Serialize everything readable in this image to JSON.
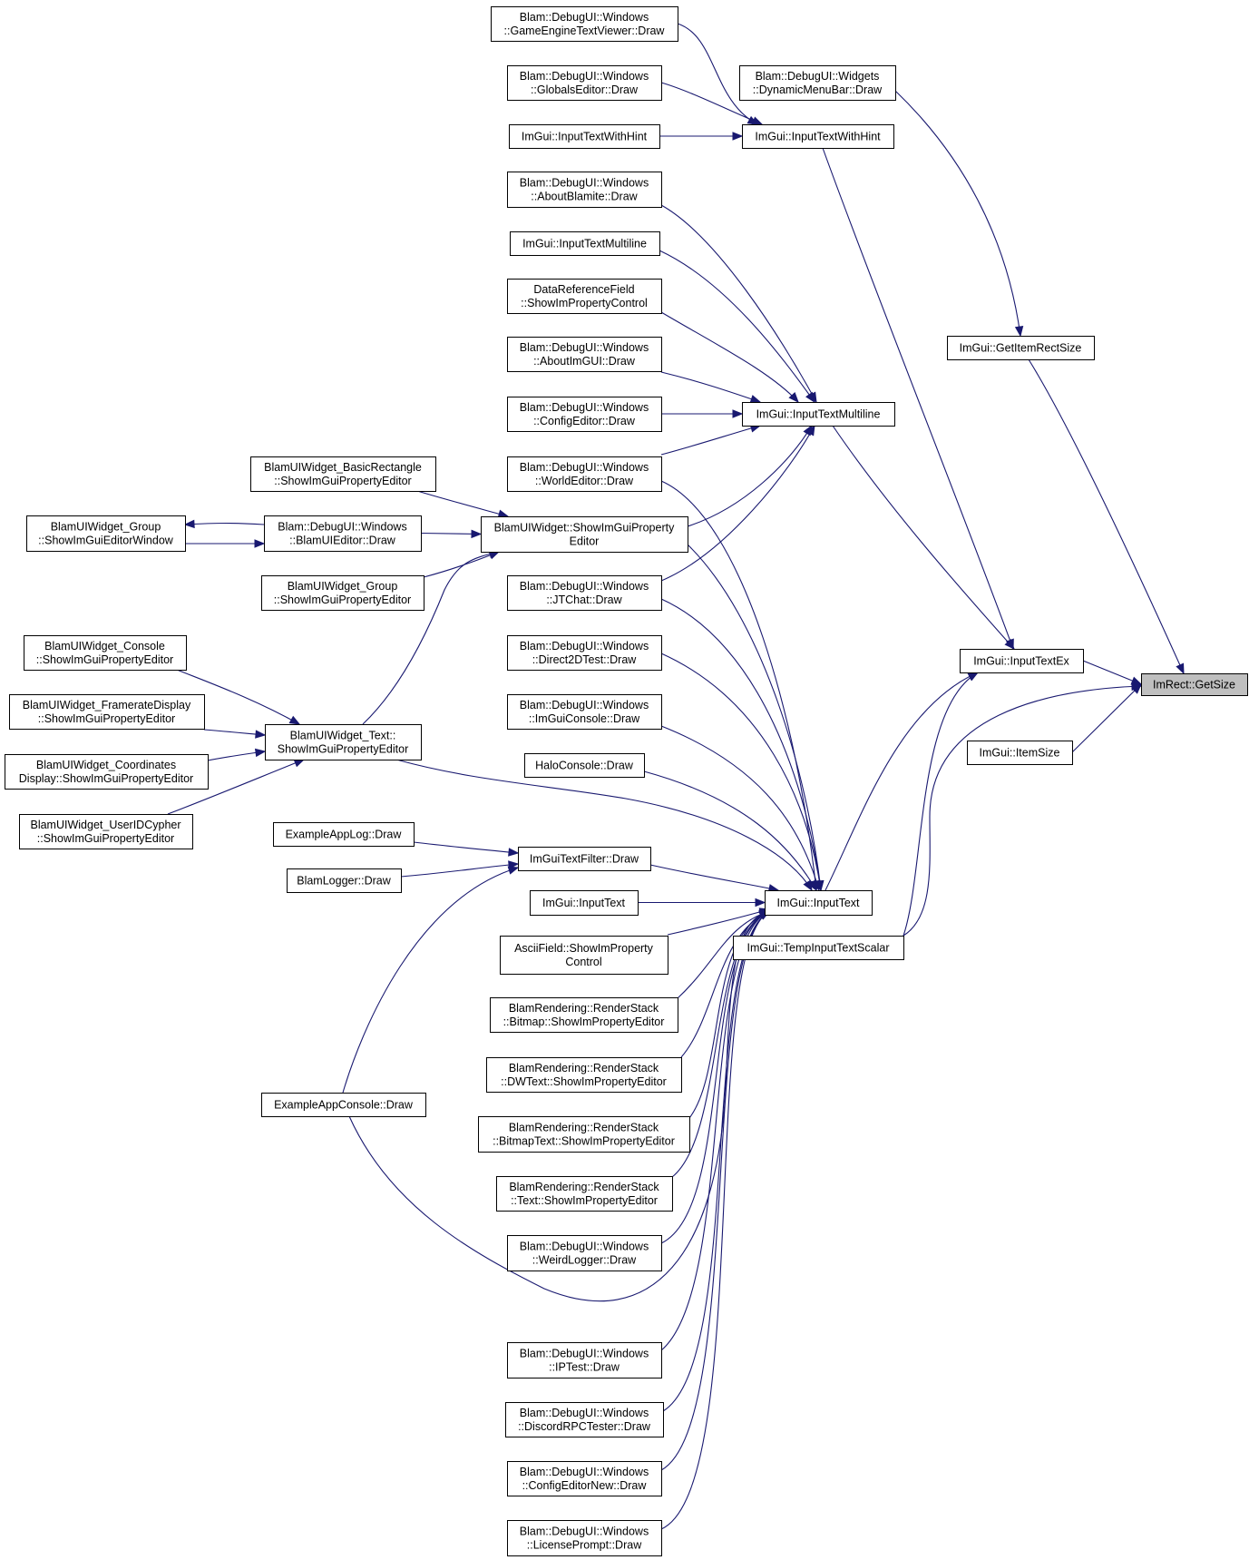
{
  "graph": {
    "edge_color": "#191970",
    "node_border": "#000000",
    "highlight_fill": "#bfbfbf",
    "nodes": [
      {
        "id": "getsize",
        "lines": [
          "ImRect::GetSize"
        ],
        "highlight": true
      },
      {
        "id": "inputtextex",
        "lines": [
          "ImGui::InputTextEx"
        ]
      },
      {
        "id": "itemsize",
        "lines": [
          "ImGui::ItemSize"
        ]
      },
      {
        "id": "getitemrectsize",
        "lines": [
          "ImGui::GetItemRectSize"
        ]
      },
      {
        "id": "dynmenubar",
        "lines": [
          "Blam::DebugUI::Widgets",
          "::DynamicMenuBar::Draw"
        ]
      },
      {
        "id": "tempinputtextscalar",
        "lines": [
          "ImGui::TempInputTextScalar"
        ]
      },
      {
        "id": "inputtext",
        "lines": [
          "ImGui::InputText"
        ]
      },
      {
        "id": "inputtextmultiline",
        "lines": [
          "ImGui::InputTextMultiline"
        ]
      },
      {
        "id": "inputtextwithhint",
        "lines": [
          "ImGui::InputTextWithHint"
        ]
      },
      {
        "id": "gametextviewer",
        "lines": [
          "Blam::DebugUI::Windows",
          "::GameEngineTextViewer::Draw"
        ]
      },
      {
        "id": "globalseditor",
        "lines": [
          "Blam::DebugUI::Windows",
          "::GlobalsEditor::Draw"
        ]
      },
      {
        "id": "inputtextwithhint2",
        "lines": [
          "ImGui::InputTextWithHint"
        ]
      },
      {
        "id": "aboutblamite",
        "lines": [
          "Blam::DebugUI::Windows",
          "::AboutBlamite::Draw"
        ]
      },
      {
        "id": "inputtextmultiline2",
        "lines": [
          "ImGui::InputTextMultiline"
        ]
      },
      {
        "id": "datareffield",
        "lines": [
          "DataReferenceField",
          "::ShowImPropertyControl"
        ]
      },
      {
        "id": "aboutimgui",
        "lines": [
          "Blam::DebugUI::Windows",
          "::AboutImGUI::Draw"
        ]
      },
      {
        "id": "configeditor",
        "lines": [
          "Blam::DebugUI::Windows",
          "::ConfigEditor::Draw"
        ]
      },
      {
        "id": "worldeditor",
        "lines": [
          "Blam::DebugUI::Windows",
          "::WorldEditor::Draw"
        ]
      },
      {
        "id": "showimguiprop",
        "lines": [
          "BlamUIWidget::ShowImGuiProperty",
          "Editor"
        ]
      },
      {
        "id": "jtchat",
        "lines": [
          "Blam::DebugUI::Windows",
          "::JTChat::Draw"
        ]
      },
      {
        "id": "direct2dtest",
        "lines": [
          "Blam::DebugUI::Windows",
          "::Direct2DTest::Draw"
        ]
      },
      {
        "id": "imguiconsole",
        "lines": [
          "Blam::DebugUI::Windows",
          "::ImGuiConsole::Draw"
        ]
      },
      {
        "id": "haloconsole",
        "lines": [
          "HaloConsole::Draw"
        ]
      },
      {
        "id": "imguitextfilter",
        "lines": [
          "ImGuiTextFilter::Draw"
        ]
      },
      {
        "id": "inputtext2",
        "lines": [
          "ImGui::InputText"
        ]
      },
      {
        "id": "asciifield",
        "lines": [
          "AsciiField::ShowImProperty",
          "Control"
        ]
      },
      {
        "id": "rs_bitmap",
        "lines": [
          "BlamRendering::RenderStack",
          "::Bitmap::ShowImPropertyEditor"
        ]
      },
      {
        "id": "rs_dwtext",
        "lines": [
          "BlamRendering::RenderStack",
          "::DWText::ShowImPropertyEditor"
        ]
      },
      {
        "id": "rs_bitmaptext",
        "lines": [
          "BlamRendering::RenderStack",
          "::BitmapText::ShowImPropertyEditor"
        ]
      },
      {
        "id": "rs_text",
        "lines": [
          "BlamRendering::RenderStack",
          "::Text::ShowImPropertyEditor"
        ]
      },
      {
        "id": "weirdlogger",
        "lines": [
          "Blam::DebugUI::Windows",
          "::WeirdLogger::Draw"
        ]
      },
      {
        "id": "iptest",
        "lines": [
          "Blam::DebugUI::Windows",
          "::IPTest::Draw"
        ]
      },
      {
        "id": "discordrpc",
        "lines": [
          "Blam::DebugUI::Windows",
          "::DiscordRPCTester::Draw"
        ]
      },
      {
        "id": "configeditornew",
        "lines": [
          "Blam::DebugUI::Windows",
          "::ConfigEditorNew::Draw"
        ]
      },
      {
        "id": "licenseprompt",
        "lines": [
          "Blam::DebugUI::Windows",
          "::LicensePrompt::Draw"
        ]
      },
      {
        "id": "basicrect",
        "lines": [
          "BlamUIWidget_BasicRectangle",
          "::ShowImGuiPropertyEditor"
        ]
      },
      {
        "id": "blamuieditor",
        "lines": [
          "Blam::DebugUI::Windows",
          "::BlamUIEditor::Draw"
        ]
      },
      {
        "id": "groupwindow",
        "lines": [
          "BlamUIWidget_Group",
          "::ShowImGuiEditorWindow"
        ]
      },
      {
        "id": "groupprop",
        "lines": [
          "BlamUIWidget_Group",
          "::ShowImGuiPropertyEditor"
        ]
      },
      {
        "id": "widgettext",
        "lines": [
          "BlamUIWidget_Text::",
          "ShowImGuiPropertyEditor"
        ]
      },
      {
        "id": "consoleprop",
        "lines": [
          "BlamUIWidget_Console",
          "::ShowImGuiPropertyEditor"
        ]
      },
      {
        "id": "framerate",
        "lines": [
          "BlamUIWidget_FramerateDisplay",
          "::ShowImGuiPropertyEditor"
        ]
      },
      {
        "id": "coords",
        "lines": [
          "BlamUIWidget_Coordinates",
          "Display::ShowImGuiPropertyEditor"
        ]
      },
      {
        "id": "useridcypher",
        "lines": [
          "BlamUIWidget_UserIDCypher",
          "::ShowImGuiPropertyEditor"
        ]
      },
      {
        "id": "exampleapplog",
        "lines": [
          "ExampleAppLog::Draw"
        ]
      },
      {
        "id": "blamlogger",
        "lines": [
          "BlamLogger::Draw"
        ]
      },
      {
        "id": "exampleappconsole",
        "lines": [
          "ExampleAppConsole::Draw"
        ]
      }
    ]
  }
}
